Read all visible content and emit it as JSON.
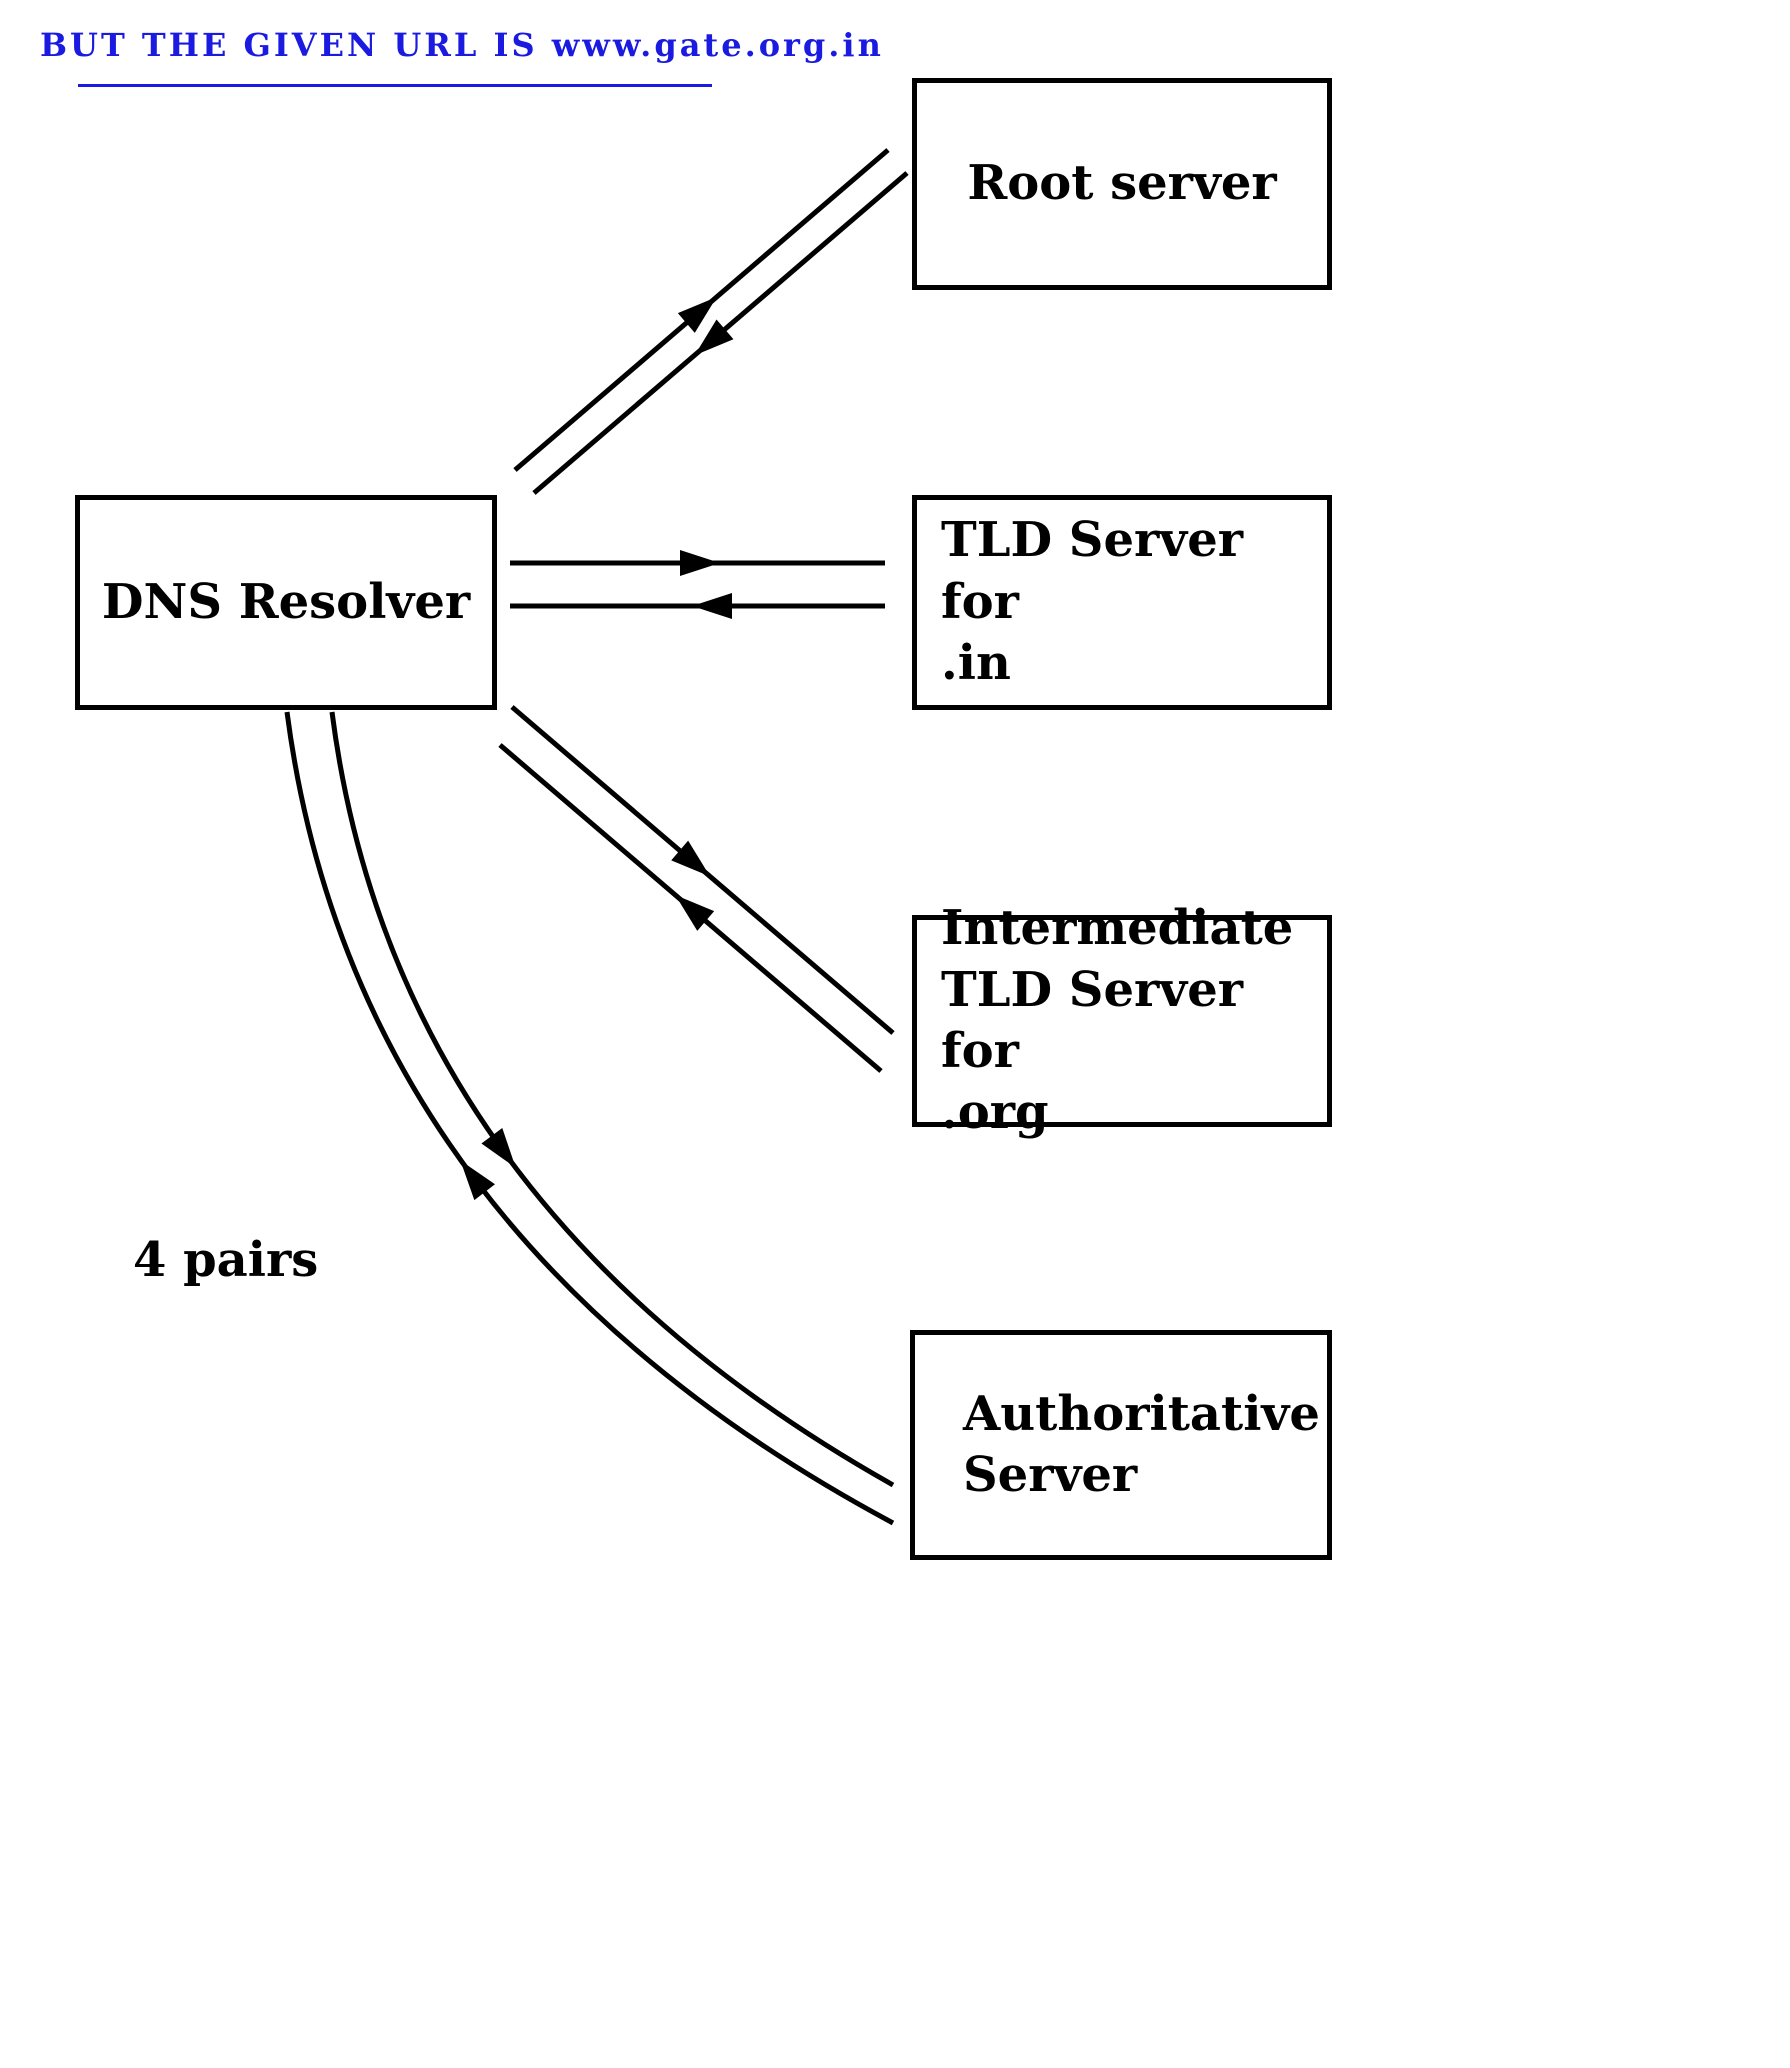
{
  "page": {
    "background": "#ffffff",
    "line_color": "#000000",
    "accent_blue": "#1a1ae0"
  },
  "header": {
    "note": "BUT THE GIVEN URL IS www.gate.org.in"
  },
  "nodes": {
    "dns_resolver": {
      "lines": [
        "DNS Resolver"
      ]
    },
    "root_server": {
      "lines": [
        "Root server"
      ]
    },
    "tld_in": {
      "lines": [
        "TLD Server for",
        ".in"
      ]
    },
    "intermediate_org": {
      "lines": [
        "Intermediate",
        "TLD Server for",
        ".org"
      ]
    },
    "authoritative": {
      "lines": [
        "Authoritative",
        "Server"
      ]
    }
  },
  "annotations": {
    "pairs_label": "4 pairs"
  },
  "edges": [
    {
      "from": "DNS Resolver",
      "to": "Root server",
      "type": "bidirectional pair"
    },
    {
      "from": "DNS Resolver",
      "to": "TLD Server for .in",
      "type": "bidirectional pair"
    },
    {
      "from": "DNS Resolver",
      "to": "Intermediate TLD Server for .org",
      "type": "bidirectional pair"
    },
    {
      "from": "DNS Resolver",
      "to": "Authoritative Server",
      "type": "bidirectional pair (curved)"
    }
  ]
}
